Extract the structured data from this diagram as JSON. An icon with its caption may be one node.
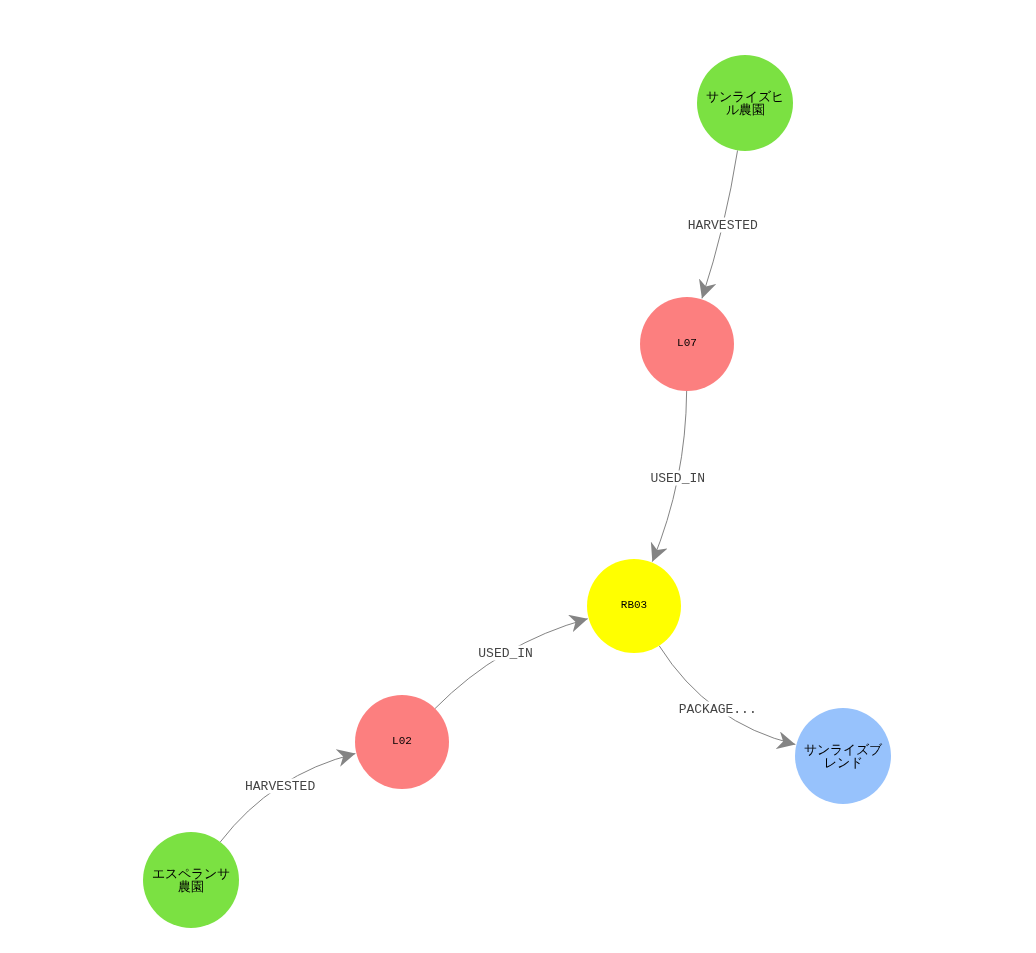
{
  "diagram": {
    "nodes": [
      {
        "text": [
          "サンライズヒル農園"
        ]
      },
      {
        "text": [
          "L07"
        ]
      },
      {
        "text": [
          "RB03"
        ]
      },
      {
        "text": [
          "L02"
        ]
      },
      {
        "text": [
          "エスペランサ農園"
        ]
      },
      {
        "text": [
          "サンライズブレンド"
        ]
      }
    ],
    "edges": [
      {
        "from": 0,
        "to": 1,
        "arrow": "to",
        "label": "HARVESTED"
      },
      {
        "from": 1,
        "to": 2,
        "arrow": "to",
        "label": "USED_IN"
      },
      {
        "from": 3,
        "to": 2,
        "arrow": "to",
        "label": "USED_IN"
      },
      {
        "from": 4,
        "to": 3,
        "arrow": "to",
        "label": "HARVESTED"
      },
      {
        "from": 2,
        "to": 5,
        "arrow": "to",
        "label": "PACKAGE..."
      }
    ]
  }
}
